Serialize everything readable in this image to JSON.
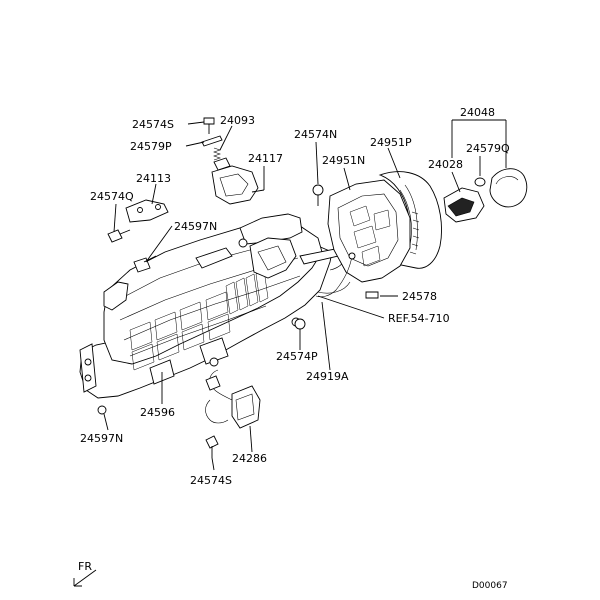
{
  "diagram": {
    "code": "D00067",
    "orientation_label": "FR",
    "callouts": [
      {
        "key": "p24574S_top",
        "text": "24574S"
      },
      {
        "key": "p24093",
        "text": "24093"
      },
      {
        "key": "p24579P",
        "text": "24579P"
      },
      {
        "key": "p24117",
        "text": "24117"
      },
      {
        "key": "p24113",
        "text": "24113"
      },
      {
        "key": "p24574Q",
        "text": "24574Q"
      },
      {
        "key": "p24597N_top",
        "text": "24597N"
      },
      {
        "key": "p24574N",
        "text": "24574N"
      },
      {
        "key": "p24951P",
        "text": "24951P"
      },
      {
        "key": "p24951N",
        "text": "24951N"
      },
      {
        "key": "p24048",
        "text": "24048"
      },
      {
        "key": "p24579Q",
        "text": "24579Q"
      },
      {
        "key": "p24028",
        "text": "24028"
      },
      {
        "key": "p24578",
        "text": "24578"
      },
      {
        "key": "ref",
        "text": "REF.54-710"
      },
      {
        "key": "p24574P",
        "text": "24574P"
      },
      {
        "key": "p24919A",
        "text": "24919A"
      },
      {
        "key": "p24596",
        "text": "24596"
      },
      {
        "key": "p24597N_bottom",
        "text": "24597N"
      },
      {
        "key": "p24286",
        "text": "24286"
      },
      {
        "key": "p24574S_bottom",
        "text": "24574S"
      }
    ]
  }
}
